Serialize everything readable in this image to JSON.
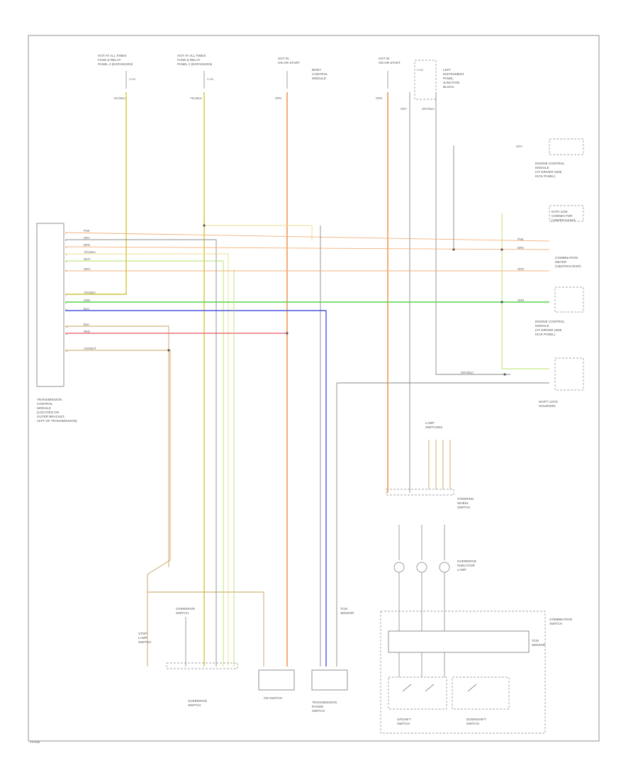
{
  "diagram": {
    "frame_label": "FRAME",
    "components": {
      "hot_all_times_1": [
        "HOT AT ALL TIMES",
        "FUSE & RELAY",
        "PANEL 2 (EXPANSION)"
      ],
      "hot_all_times_2": [
        "HOT AT ALL TIMES",
        "FUSE & RELAY",
        "PANEL 2 (EXPANSION)"
      ],
      "hot_in_on_1": [
        "HOT IN",
        "ON OR START"
      ],
      "hot_in_on_2": [
        "HOT IN",
        "ON OR START"
      ],
      "tcm_label": [
        "TRANSMISSION",
        "CONTROL",
        "MODULE",
        "(LOCATED ON",
        "OUTER BRACKET,",
        "LEFT OF TRANSMISSION)"
      ],
      "body_control": [
        "BODY",
        "CONTROL",
        "MODULE"
      ],
      "left_junction": [
        "LEFT",
        "INSTRUMENT",
        "PANEL",
        "JUNCTION",
        "BLOCK"
      ],
      "engine_control_1": [
        "ENGINE CONTROL",
        "MODULE",
        "(AT DRIVER SIDE",
        "KICK PANEL)"
      ],
      "engine_control_2": [
        "ENGINE CONTROL",
        "MODULE",
        "(AT DRIVER SIDE",
        "KICK PANEL)"
      ],
      "data_link": [
        "DATA LINK",
        "CONNECTOR",
        "(UNDER DASH)"
      ],
      "combination_meter": [
        "COMBINATION",
        "METER",
        "(ABS/TRAC/ESP)"
      ],
      "shift_lock_solenoid": [
        "SHIFT LOCK",
        "SOLENOID"
      ],
      "lamp_switches": [
        "LAMP",
        "SWITCHES"
      ],
      "steering_wheel": [
        "STEERING",
        "WHEEL",
        "SWITCH"
      ],
      "overdrive_1": [
        "OVERDRIVE",
        "SWITCH"
      ],
      "od_switch_2": [
        "OD SWITCH"
      ],
      "transmission_range": [
        "TRANSMISSION",
        "RANGE",
        "SWITCH"
      ],
      "overdrive_indicator": [
        "OVERDRIVE",
        "INDICATOR",
        "LAMP"
      ],
      "stop_lamp": [
        "STOP",
        "LAMP",
        "SWITCH"
      ],
      "tcm_side": [
        "TCM",
        "SENSOR"
      ],
      "upshift": [
        "UPSHIFT",
        "SWITCH"
      ],
      "downshift": [
        "DOWNSHIFT",
        "SWITCH"
      ],
      "combination_switch": [
        "COMBINATION",
        "SWITCH"
      ]
    },
    "wire_labels": {
      "yel_1": "YEL/BLK",
      "yel_2": "YEL/BLK",
      "org_1": "ORG",
      "org_2": "ORG",
      "gry": "GRY",
      "gry_blk": "GRY/BLK",
      "grn": "GRN",
      "blu": "BLU",
      "red": "RED",
      "wht": "WHT",
      "pnk": "PNK",
      "brn": "BRN",
      "blk": "BLK",
      "vio": "VIO/WHT"
    },
    "colors": {
      "yellow": "#d4c43a",
      "orange": "#f08a3a",
      "light_orange": "#f4b07a",
      "green": "#5ad24a",
      "light_green": "#b5e26a",
      "blue": "#4b55e0",
      "red": "#f07080",
      "gray": "#8a8a8a",
      "tan": "#c8a25a",
      "pale_yellow": "#eedd88"
    }
  }
}
